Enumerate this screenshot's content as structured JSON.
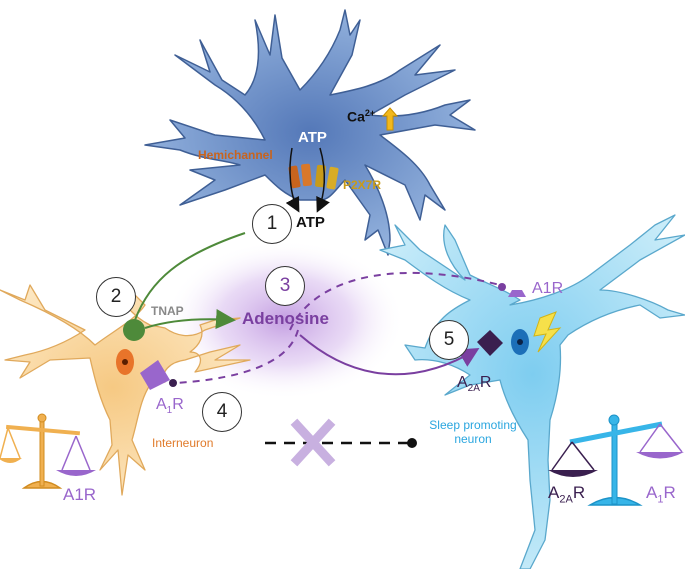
{
  "colors": {
    "astrocyte": "#6f95c9",
    "interneuron": "#f8d9a2",
    "sleep_neuron": "#a6dcf2",
    "adenosine": "#7a3fa0",
    "hemichannel": "#c8641e",
    "p2x7r": "#c89b1a",
    "tnap": "#4e8a3a",
    "a1r": "#9966cc",
    "a2ar": "#3a1f4f",
    "glow": "#c9a6e6"
  },
  "labels": {
    "atp_inside": "ATP",
    "calcium": "Ca",
    "calcium_sup": "2+",
    "hemichannel": "Hemichannel",
    "p2x7r": "P2X7R",
    "atp_out": "ATP",
    "tnap": "TNAP",
    "adenosine": "Adenosine",
    "a1r_top": "A1R",
    "a2ar_main": "A",
    "a2ar_sub": "2A",
    "a2ar_r": "R",
    "a1r_inter_main": "A",
    "a1r_inter_sub": "1",
    "a1r_inter_r": "R",
    "interneuron": "Interneuron",
    "sleep_neuron_line1": "Sleep promoting",
    "sleep_neuron_line2": "neuron",
    "scale_left_label": "A1R",
    "scale_right_a2ar_main": "A",
    "scale_right_a2ar_sub": "2A",
    "scale_right_a2ar_r": "R",
    "scale_right_a1r_main": "A",
    "scale_right_a1r_sub": "1",
    "scale_right_a1r_r": "R"
  },
  "steps": [
    "1",
    "2",
    "3",
    "4",
    "5"
  ],
  "icons": {
    "calcium_arrow": "up-arrow-icon",
    "block": "x-cross-icon",
    "signal": "lightning-icon",
    "scale": "balance-scale-icon"
  }
}
